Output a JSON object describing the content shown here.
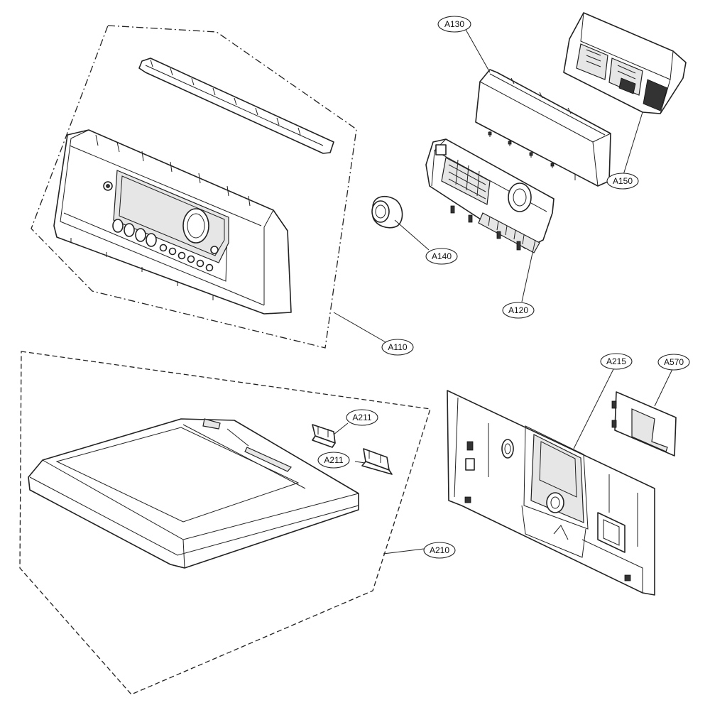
{
  "labels": {
    "a110": "A110",
    "a120": "A120",
    "a130": "A130",
    "a140": "A140",
    "a150": "A150",
    "a210": "A210",
    "a211_top": "A211",
    "a211_bottom": "A211",
    "a215": "A215",
    "a570": "A570"
  }
}
